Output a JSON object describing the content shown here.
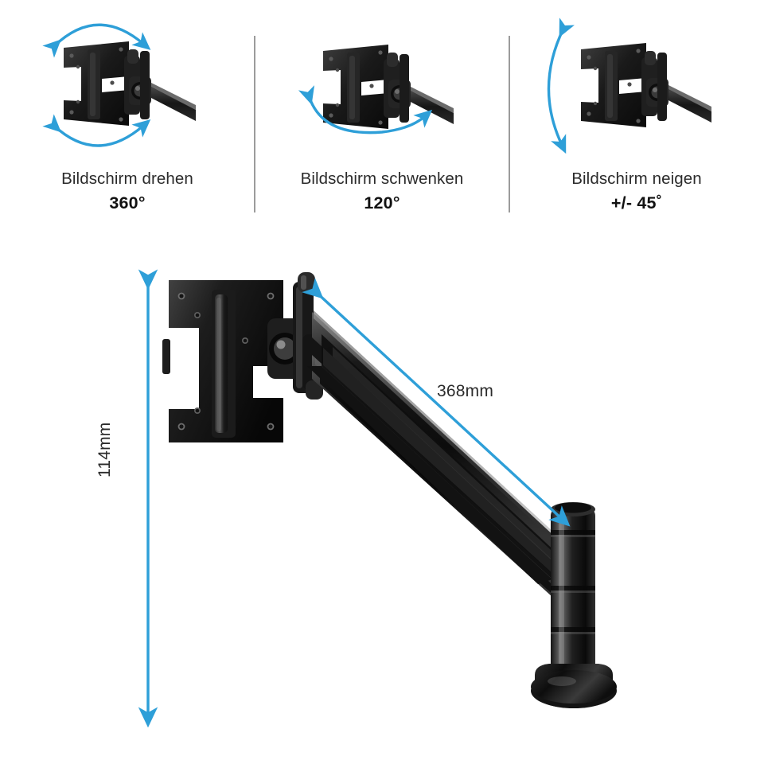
{
  "page": {
    "background_color": "#ffffff",
    "accent_color": "#2e9fd8",
    "product_color": "#111111",
    "divider_color": "#9b9b9b",
    "text_color": "#2b2b2b"
  },
  "features": [
    {
      "id": "rotate",
      "icon": "monitor-rotate-icon",
      "arrow_style": "double-arc-top-and-bottom",
      "label": "Bildschirm drehen",
      "value": "360°"
    },
    {
      "id": "swivel",
      "icon": "monitor-swivel-icon",
      "arrow_style": "single-arc-bottom",
      "label": "Bildschirm schwenken",
      "value": "120°"
    },
    {
      "id": "tilt",
      "icon": "monitor-tilt-icon",
      "arrow_style": "vertical-arc-left",
      "label": "Bildschirm neigen",
      "value": "+/- 45˚"
    }
  ],
  "dimensions": {
    "arm_reach": {
      "label": "368mm",
      "arrow": "double-headed-diagonal-arrow"
    },
    "height": {
      "label": "114mm",
      "arrow": "double-headed-vertical-arrow",
      "rotation": "-90deg"
    }
  },
  "product": {
    "name": "monitor-mount-arm",
    "parts": [
      "vesa-mounting-plate",
      "tilt-swivel-hinge",
      "extension-arm",
      "support-column",
      "desk-base"
    ]
  }
}
